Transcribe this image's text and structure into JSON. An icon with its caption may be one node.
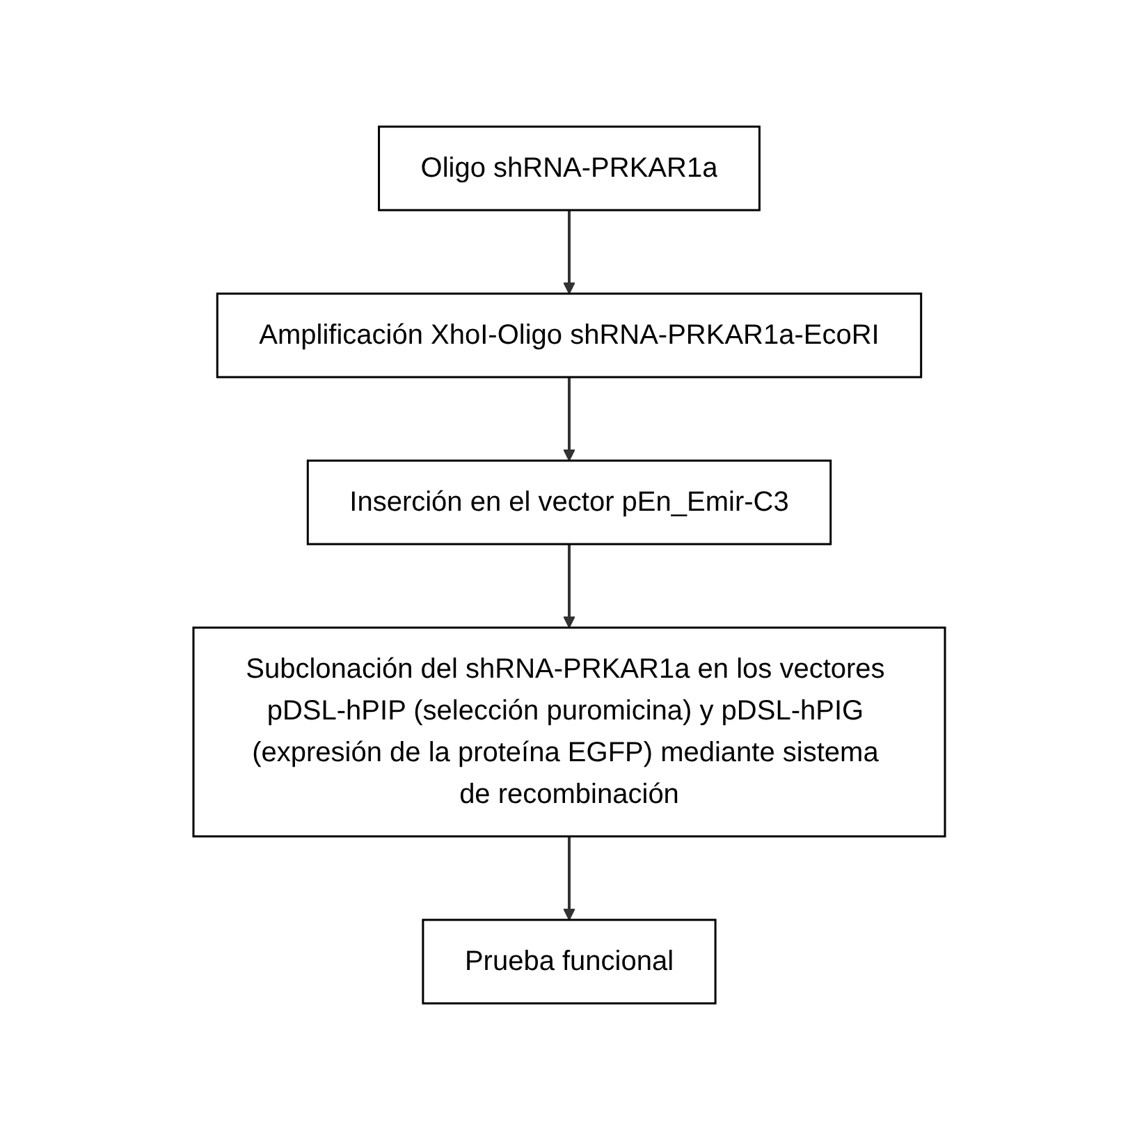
{
  "diagram": {
    "nodes": [
      {
        "text": [
          "Oligo shRNA-PRKAR1a"
        ]
      },
      {
        "text": [
          "Amplificación XhoI-Oligo shRNA-PRKAR1a-EcoRI"
        ]
      },
      {
        "text": [
          "Inserción en el vector pEn_Emir-C3"
        ]
      },
      {
        "text": [
          "Subclonación del shRNA-PRKAR1a en los vectores pDSL-hPIP (selección puromicina) y pDSL-hPIG (expresión de la proteína EGFP) mediante sistema de recombinación"
        ]
      },
      {
        "text": [
          "Prueba funcional"
        ]
      }
    ],
    "edges": [
      {
        "from": 0,
        "to": 1,
        "arrow": "to"
      },
      {
        "from": 1,
        "to": 2,
        "arrow": "to"
      },
      {
        "from": 2,
        "to": 3,
        "arrow": "to"
      },
      {
        "from": 3,
        "to": 4,
        "arrow": "to"
      }
    ]
  }
}
